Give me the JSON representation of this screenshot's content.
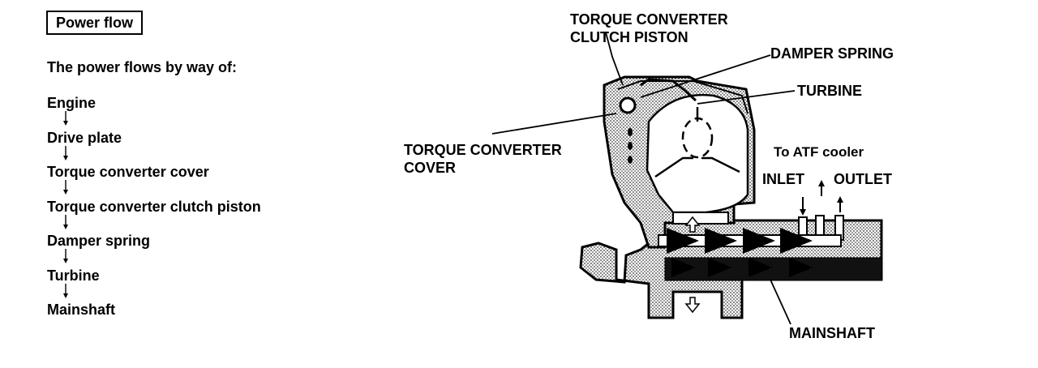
{
  "panel": {
    "title": "Power flow",
    "intro": "The power flows by way of:"
  },
  "flow_steps": [
    "Engine",
    "Drive plate",
    "Torque converter cover",
    "Torque converter clutch piston",
    "Damper spring",
    "Turbine",
    "Mainshaft"
  ],
  "diagram": {
    "labels": {
      "clutch_piston_line1": "TORQUE CONVERTER",
      "clutch_piston_line2": "CLUTCH PISTON",
      "damper_spring": "DAMPER SPRING",
      "turbine": "TURBINE",
      "cover_line1": "TORQUE CONVERTER",
      "cover_line2": "COVER",
      "atf_cooler": "To ATF cooler",
      "inlet": "INLET",
      "outlet": "OUTLET",
      "mainshaft": "MAINSHAFT"
    }
  }
}
